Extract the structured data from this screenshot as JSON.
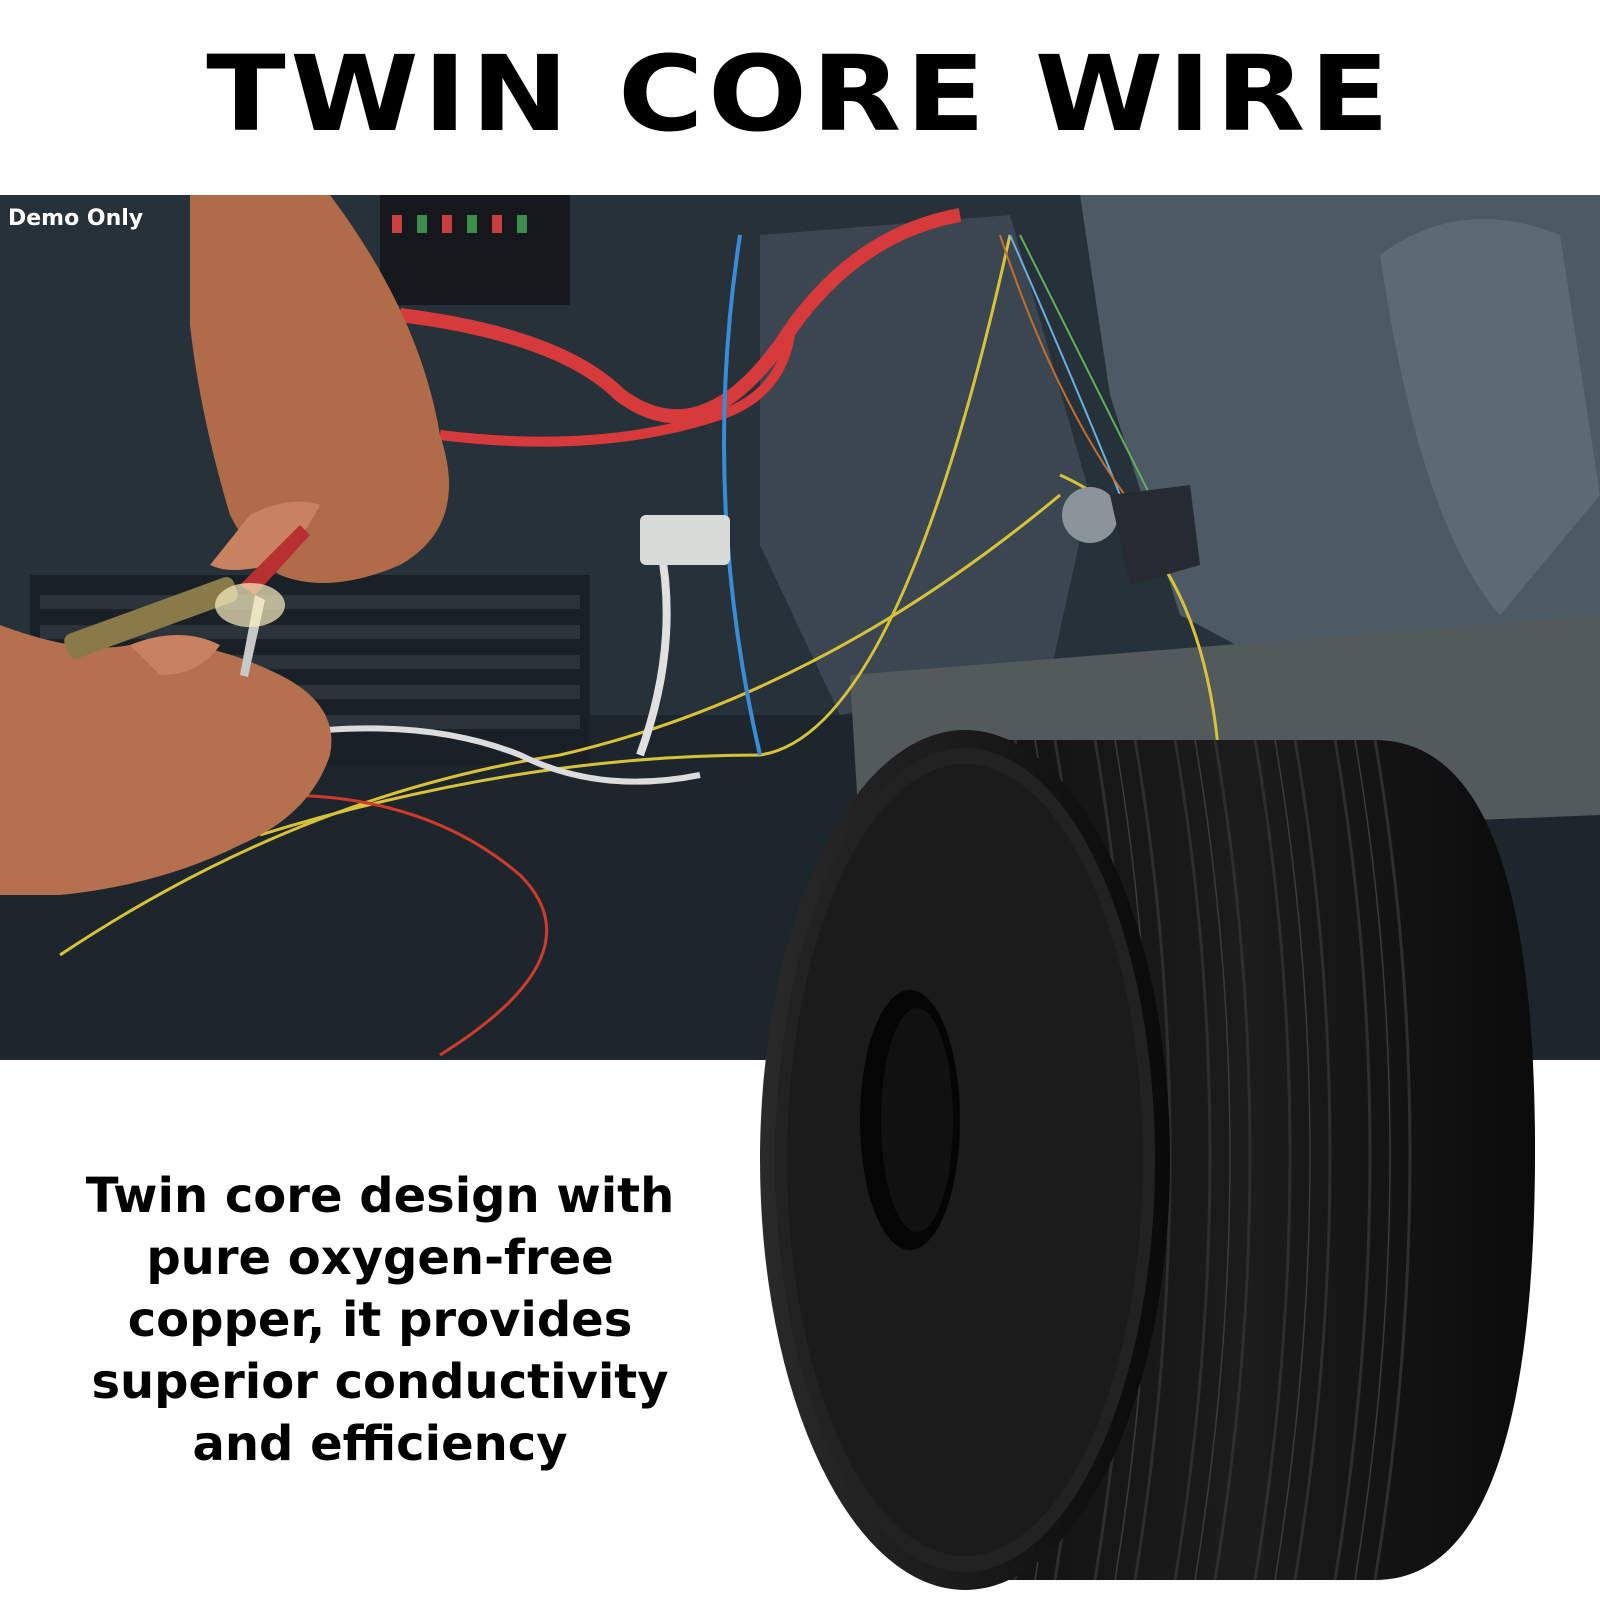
{
  "title": "TWIN CORE WIRE",
  "photo": {
    "watermark": "Demo Only"
  },
  "caption": {
    "lines": [
      "Twin core design with",
      "pure oxygen-free",
      "copper, it provides",
      "superior conductivity",
      "and efficiency"
    ]
  },
  "colors": {
    "background": "#ffffff",
    "text": "#000000",
    "spool": "#0e0e0e"
  }
}
